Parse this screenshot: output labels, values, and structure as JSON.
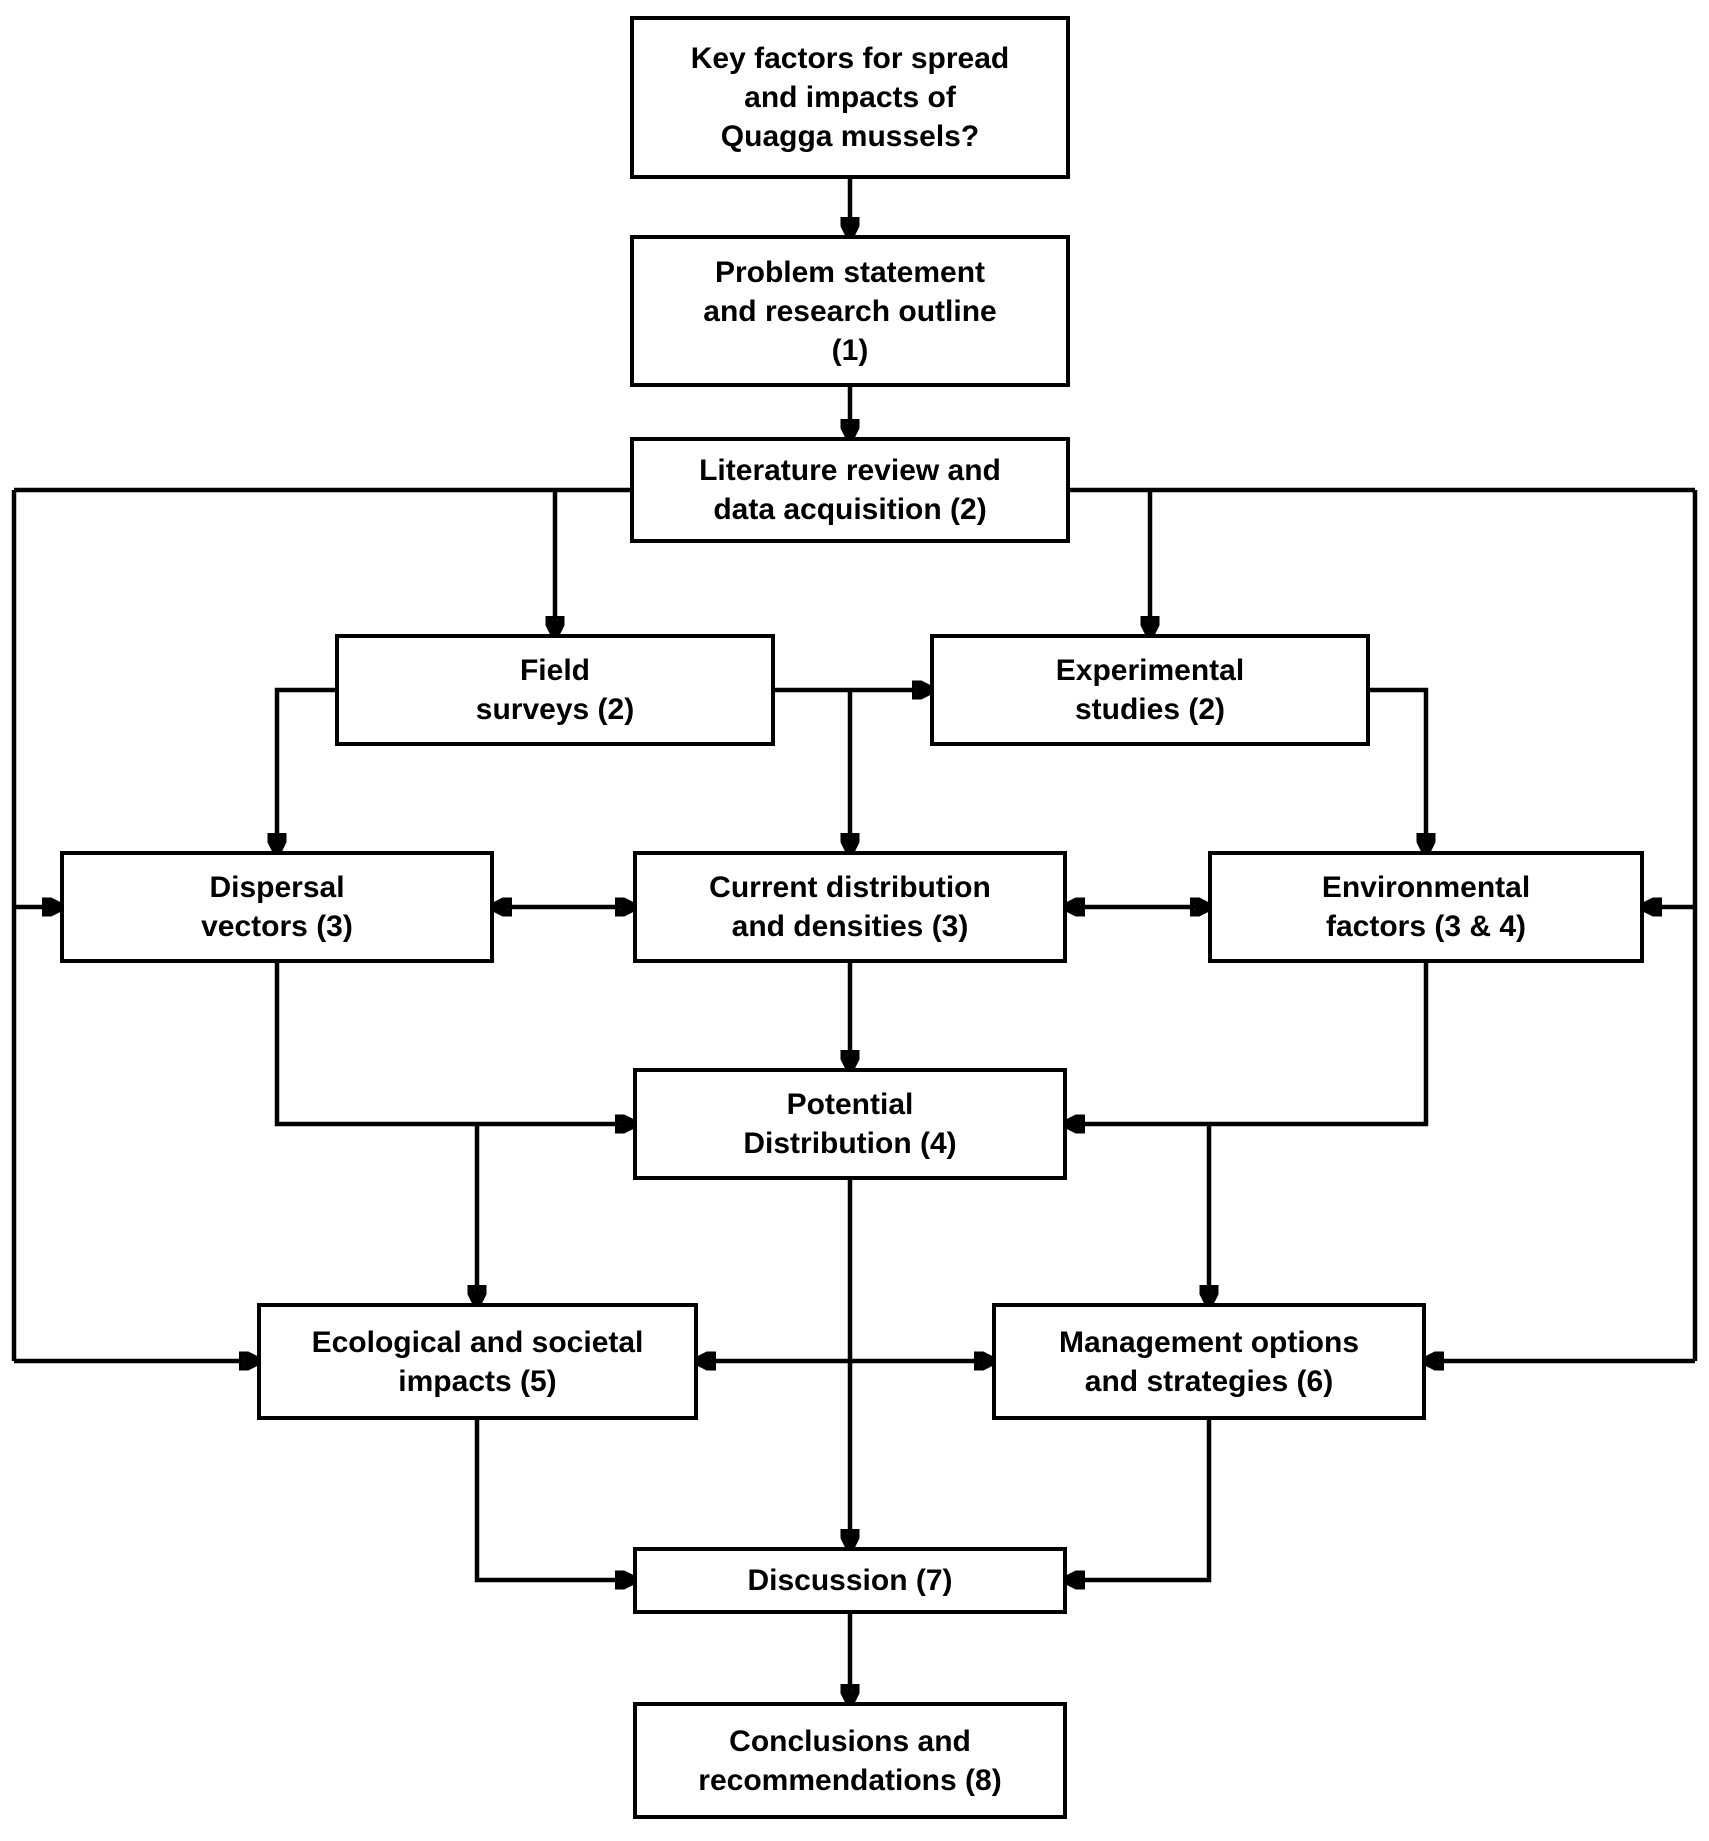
{
  "diagram": {
    "title": "Research outline flowchart for spread and impacts of Quagga mussels",
    "colors": {
      "background": "#ffffff",
      "box_border": "#000000",
      "line": "#000000",
      "text": "#000000"
    },
    "nodes": {
      "key_factors": {
        "label": "Key factors for spread\nand impacts of\nQuagga mussels?"
      },
      "problem_statement": {
        "label": "Problem statement\nand research outline\n(1)"
      },
      "literature_review": {
        "label": "Literature review and\ndata acquisition (2)"
      },
      "field_surveys": {
        "label": "Field\nsurveys (2)"
      },
      "experimental_studies": {
        "label": "Experimental\nstudies (2)"
      },
      "dispersal_vectors": {
        "label": "Dispersal\nvectors (3)"
      },
      "current_distribution": {
        "label": "Current distribution\nand densities (3)"
      },
      "environmental_factors": {
        "label": "Environmental\nfactors (3 & 4)"
      },
      "potential_distribution": {
        "label": "Potential\nDistribution (4)"
      },
      "ecological_impacts": {
        "label": "Ecological and societal\nimpacts (5)"
      },
      "management_options": {
        "label": "Management options\nand strategies (6)"
      },
      "discussion": {
        "label": "Discussion (7)"
      },
      "conclusions": {
        "label": "Conclusions and\nrecommendations (8)"
      }
    },
    "edges": [
      {
        "from": "key_factors",
        "to": "problem_statement",
        "type": "arrow"
      },
      {
        "from": "problem_statement",
        "to": "literature_review",
        "type": "arrow"
      },
      {
        "from": "literature_review",
        "to": "field_surveys",
        "type": "arrow"
      },
      {
        "from": "literature_review",
        "to": "experimental_studies",
        "type": "arrow"
      },
      {
        "from": "literature_review",
        "to": "dispersal_vectors",
        "type": "arrow"
      },
      {
        "from": "literature_review",
        "to": "environmental_factors",
        "type": "arrow"
      },
      {
        "from": "literature_review",
        "to": "ecological_impacts",
        "type": "arrow"
      },
      {
        "from": "literature_review",
        "to": "management_options",
        "type": "arrow"
      },
      {
        "from": "field_surveys",
        "to": "experimental_studies",
        "type": "arrow"
      },
      {
        "from": "field_surveys",
        "to": "dispersal_vectors",
        "type": "arrow"
      },
      {
        "from": "field_surveys",
        "to": "current_distribution",
        "type": "arrow"
      },
      {
        "from": "experimental_studies",
        "to": "environmental_factors",
        "type": "arrow"
      },
      {
        "from": "dispersal_vectors",
        "to": "current_distribution",
        "type": "double-arrow"
      },
      {
        "from": "current_distribution",
        "to": "environmental_factors",
        "type": "double-arrow"
      },
      {
        "from": "current_distribution",
        "to": "potential_distribution",
        "type": "arrow"
      },
      {
        "from": "dispersal_vectors",
        "to": "potential_distribution",
        "type": "arrow"
      },
      {
        "from": "environmental_factors",
        "to": "potential_distribution",
        "type": "arrow"
      },
      {
        "from": "dispersal_vectors",
        "to": "ecological_impacts",
        "type": "arrow"
      },
      {
        "from": "environmental_factors",
        "to": "management_options",
        "type": "arrow"
      },
      {
        "from": "ecological_impacts",
        "to": "management_options",
        "type": "double-arrow"
      },
      {
        "from": "potential_distribution",
        "to": "discussion",
        "type": "arrow"
      },
      {
        "from": "ecological_impacts",
        "to": "discussion",
        "type": "arrow"
      },
      {
        "from": "management_options",
        "to": "discussion",
        "type": "arrow"
      },
      {
        "from": "discussion",
        "to": "conclusions",
        "type": "arrow"
      }
    ]
  }
}
